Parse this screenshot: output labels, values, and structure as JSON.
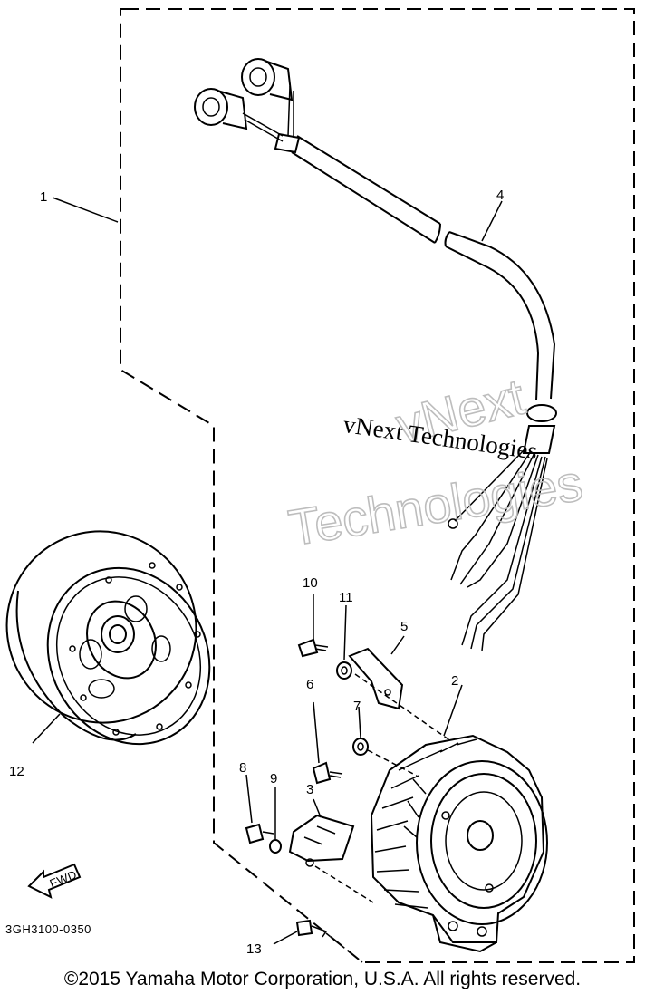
{
  "callouts": {
    "c1": "1",
    "c2": "2",
    "c3": "3",
    "c4": "4",
    "c5": "5",
    "c6": "6",
    "c7": "7",
    "c8": "8",
    "c9": "9",
    "c10": "10",
    "c11": "11",
    "c12": "12",
    "c13": "13"
  },
  "direction_label": "FWD",
  "diagram_code": "3GH3100-0350",
  "watermark": {
    "line_main": "vNext Technologies",
    "outline_top": "vNext",
    "outline_bottom": "Technologies"
  },
  "copyright": "©2015 Yamaha Motor Corporation, U.S.A. All rights reserved."
}
